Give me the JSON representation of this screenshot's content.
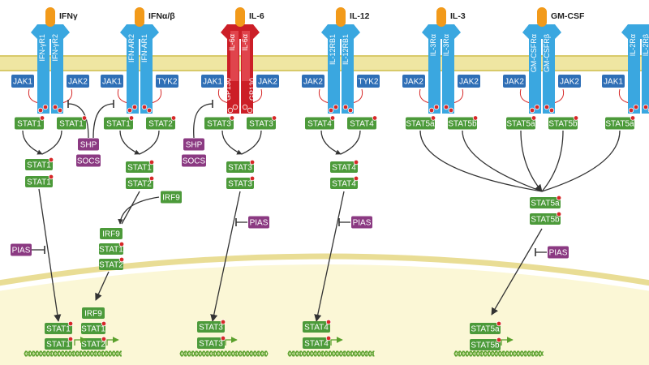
{
  "colors": {
    "membrane_fill": "#efe6a2",
    "membrane_line": "#d8ca6a",
    "nucleus_fill": "#fbf7d6",
    "nucleus_edge": "#e9dd95",
    "receptor": "#3aa7e0",
    "receptor_gp130": "#cc1e27",
    "ligand": "#f29a1a",
    "jak": "#2f6fb6",
    "stat": "#4c9a3a",
    "stat_dark": "#3a7d2b",
    "phospho": "#d62828",
    "inhibitor": "#8b3a82",
    "dna": "#5aa02c",
    "arrow": "#333333"
  },
  "pathways": [
    {
      "ligand": "IFNγ",
      "receptors": [
        "IFN-γR1",
        "IFN-γR2"
      ],
      "kinases": [
        "JAK1",
        "JAK2"
      ],
      "stats": [
        "STAT1",
        "STAT1"
      ],
      "dimer": [
        "STAT1",
        "STAT1"
      ],
      "nuclear": [
        "STAT1",
        "STAT1"
      ],
      "cyto_inhibitors": [
        "SHP",
        "SOCS"
      ],
      "inhibitor": "PIAS"
    },
    {
      "ligand": "IFNα/β",
      "receptors": [
        "IFN-AR2",
        "IFN-AR1"
      ],
      "kinases": [
        "JAK1",
        "TYK2"
      ],
      "stats": [
        "STAT1",
        "STAT2"
      ],
      "dimer": [
        "STAT1",
        "STAT2"
      ],
      "cofactor": "IRF9",
      "complex": [
        "IRF9",
        "STAT1",
        "STAT2"
      ],
      "nuclear": [
        "IRF9",
        "STAT1",
        "STAT2"
      ]
    },
    {
      "ligand": "IL-6",
      "receptors": [
        "IL-6α",
        "IL-6α"
      ],
      "gp130": [
        "GP130",
        "GP130"
      ],
      "kinases": [
        "JAK1",
        "JAK2"
      ],
      "stats": [
        "STAT3",
        "STAT3"
      ],
      "dimer": [
        "STAT3",
        "STAT3"
      ],
      "nuclear": [
        "STAT3",
        "STAT3"
      ],
      "cyto_inhibitors": [
        "SHP",
        "SOCS"
      ],
      "inhibitor": "PIAS"
    },
    {
      "ligand": "IL-12",
      "receptors": [
        "IL-12RB1",
        "IL-12RB1"
      ],
      "kinases": [
        "JAK2",
        "TYK2"
      ],
      "stats": [
        "STAT4",
        "STAT4"
      ],
      "dimer": [
        "STAT4",
        "STAT4"
      ],
      "nuclear": [
        "STAT4",
        "STAT4"
      ],
      "inhibitor": "PIAS"
    },
    {
      "ligand": "IL-3",
      "receptors": [
        "IL-3Rα",
        "IL-3Rα"
      ],
      "kinases": [
        "JAK2",
        "JAK2"
      ],
      "stats": [
        "STAT5a",
        "STAT5b"
      ]
    },
    {
      "ligand": "GM-CSF",
      "receptors": [
        "GM-CSFRα",
        "GM-CSFRβ"
      ],
      "kinases": [
        "JAK2",
        "JAK2"
      ],
      "stats": [
        "STAT5a",
        "STAT5b"
      ]
    },
    {
      "receptors": [
        "IL-2Rα",
        "IL-2Rβ"
      ],
      "kinases": [
        "JAK1"
      ],
      "stats": [
        "STAT5a"
      ]
    }
  ],
  "shared_stat5": {
    "dimer": [
      "STAT5a",
      "STAT5b"
    ],
    "nuclear": [
      "STAT5a",
      "STAT5b"
    ],
    "inhibitor": "PIAS"
  }
}
